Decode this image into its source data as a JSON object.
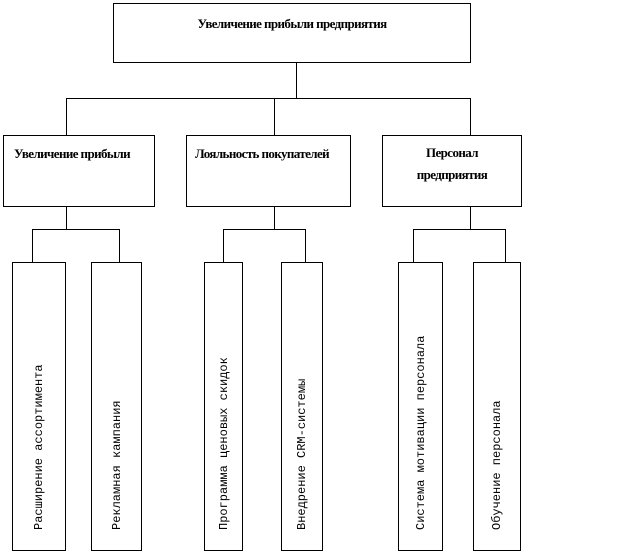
{
  "root": {
    "label": "Увеличение прибыли предприятия"
  },
  "branches": [
    {
      "label": "Увеличение прибыли",
      "children": [
        "Расширение ассортимента",
        "Рекламная кампания"
      ]
    },
    {
      "label": "Лояльность покупателей",
      "children": [
        "Программа ценовых скидок",
        "Внедрение CRM-системы"
      ]
    },
    {
      "label": "Персонал предприятия",
      "children": [
        "Система мотивации персонала",
        "Обучение персонала"
      ]
    }
  ]
}
